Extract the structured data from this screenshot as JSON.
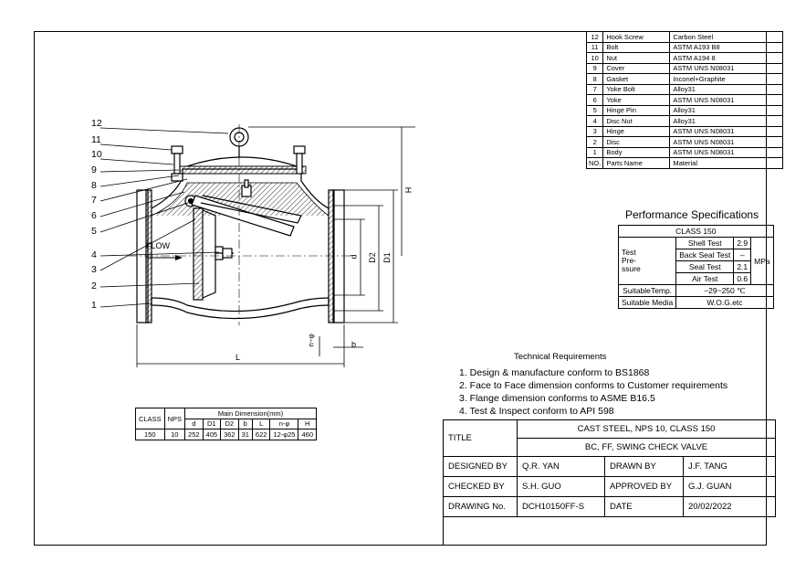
{
  "parts_list": {
    "rows": [
      {
        "no": "12",
        "name": "Hook Screw",
        "material": "Carbon Steel"
      },
      {
        "no": "11",
        "name": "Bolt",
        "material": "ASTM A193 B8"
      },
      {
        "no": "10",
        "name": "Nut",
        "material": "ASTM A194 8"
      },
      {
        "no": "9",
        "name": "Cover",
        "material": "ASTM UNS N08031"
      },
      {
        "no": "8",
        "name": "Gasket",
        "material": "Inconel+Graphite"
      },
      {
        "no": "7",
        "name": "Yoke Bolt",
        "material": "Alloy31"
      },
      {
        "no": "6",
        "name": "Yoke",
        "material": "ASTM UNS N08031"
      },
      {
        "no": "5",
        "name": "Hinge Pin",
        "material": "Alloy31"
      },
      {
        "no": "4",
        "name": "Disc Nut",
        "material": "Alloy31"
      },
      {
        "no": "3",
        "name": "Hinge",
        "material": "ASTM UNS N08031"
      },
      {
        "no": "2",
        "name": "Disc",
        "material": "ASTM UNS N08031"
      },
      {
        "no": "1",
        "name": "Body",
        "material": "ASTM UNS N08031"
      }
    ],
    "header": {
      "no": "NO.",
      "name": "Parts Name",
      "material": "Material"
    }
  },
  "performance": {
    "title": "Performance Specifications",
    "class_label": "CLASS 150",
    "test_pressure_label_1": "Test",
    "test_pressure_label_2": "Pre-",
    "test_pressure_label_3": "ssure",
    "shell_test": "Shell Test",
    "shell_value": "2.9",
    "back_seal_test": "Back Seal Test",
    "back_seal_value": "–",
    "seal_test": "Seal Test",
    "seal_value": "2.1",
    "air_test": "Air Test",
    "air_value": "0.6",
    "unit": "MPa",
    "suitable_temp_label": "SuitableTemp.",
    "suitable_temp_value": "−29~250 ℃",
    "suitable_media_label": "Suitable Media",
    "suitable_media_value": "W.O.G.etc"
  },
  "technical": {
    "title": "Technical Requirements",
    "items": [
      "1. Design & manufacture conform to BS1868",
      "2. Face to Face dimension conforms to Customer requirements",
      "3. Flange dimension conforms to ASME B16.5",
      "4. Test & Inspect conform to API 598"
    ]
  },
  "dimensions": {
    "class_header": "CLASS",
    "nps_header": "NPS",
    "main_header": "Main Dimension(mm)",
    "cols": [
      "d",
      "D1",
      "D2",
      "b",
      "L",
      "n-φ",
      "H"
    ],
    "row": {
      "class": "150",
      "nps": "10",
      "values": [
        "252",
        "405",
        "362",
        "31",
        "622",
        "12-φ25",
        "460"
      ]
    }
  },
  "title_block": {
    "title_label": "TITLE",
    "title_line1": "CAST STEEL, NPS 10, CLASS 150",
    "title_line2": "BC, FF, SWING CHECK VALVE",
    "designed_by_label": "DESIGNED BY",
    "designed_by": "Q.R. YAN",
    "drawn_by_label": "DRAWN BY",
    "drawn_by": "J.F. TANG",
    "checked_by_label": "CHECKED  BY",
    "checked_by": "S.H. GUO",
    "approved_by_label": "APPROVED BY",
    "approved_by": "G.J. GUAN",
    "drawing_no_label": "DRAWING No.",
    "drawing_no": "DCH10150FF-S",
    "date_label": "DATE",
    "date": "20/02/2022"
  },
  "drawing_labels": {
    "callouts": [
      "12",
      "11",
      "10",
      "9",
      "8",
      "7",
      "6",
      "5",
      "4",
      "3",
      "2",
      "1"
    ],
    "flow": "FLOW",
    "dim_d": "d",
    "dim_D2": "D2",
    "dim_D1": "D1",
    "dim_H": "H",
    "dim_L": "L",
    "dim_b": "b",
    "dim_n": "n−φ"
  }
}
